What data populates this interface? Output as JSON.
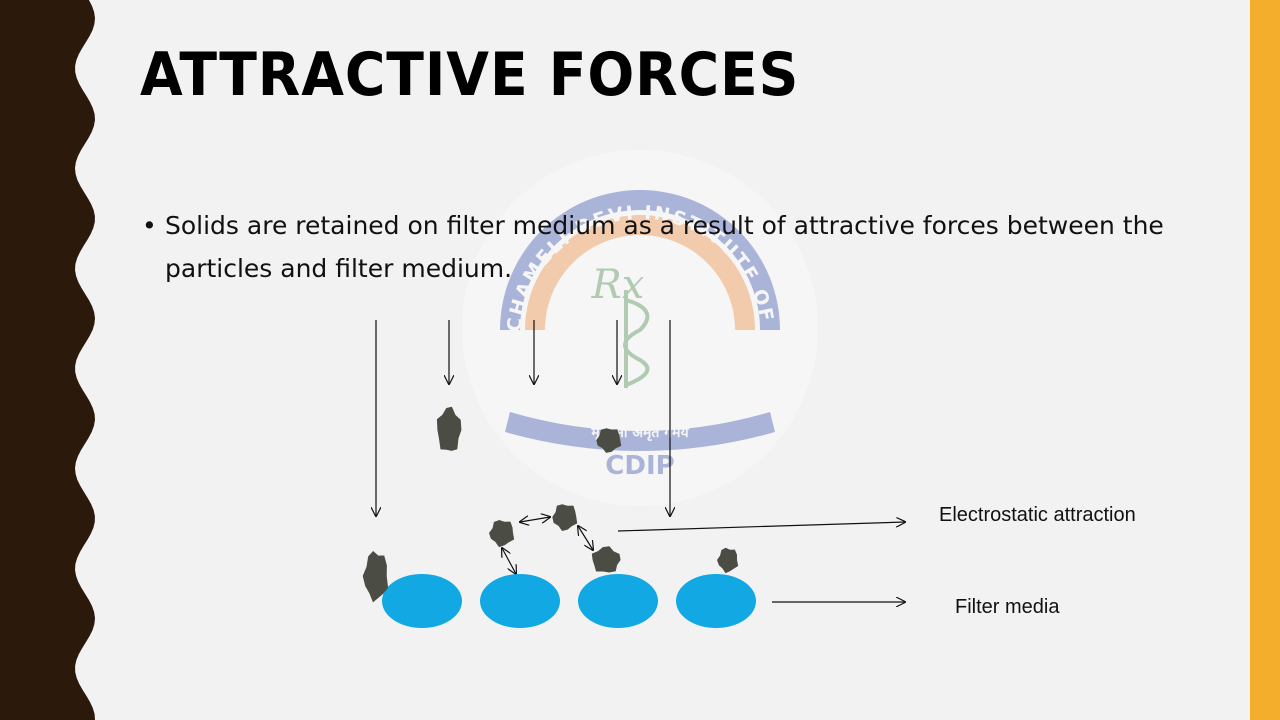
{
  "slide": {
    "title": "ATTRACTIVE FORCES",
    "bullet_marker": "•",
    "bullet": "Solids are retained on filter medium as a result of attractive forces between the particles and filter medium."
  },
  "watermark": {
    "arc_text": "CHAMELI DEVI INSTITUTE OF PHARMACY",
    "motto": "मृत्योर्मा अमृतं गमय",
    "abbreviation": "CDIP",
    "symbol": "Rx"
  },
  "diagram": {
    "labels": {
      "electrostatic": "Electrostatic attraction",
      "filter_media": "Filter media"
    },
    "colors": {
      "filter_media": "#12a8e3",
      "particle": "#4b4c43",
      "left_band": "#2b1a0b",
      "right_band": "#f5ae2b"
    }
  }
}
